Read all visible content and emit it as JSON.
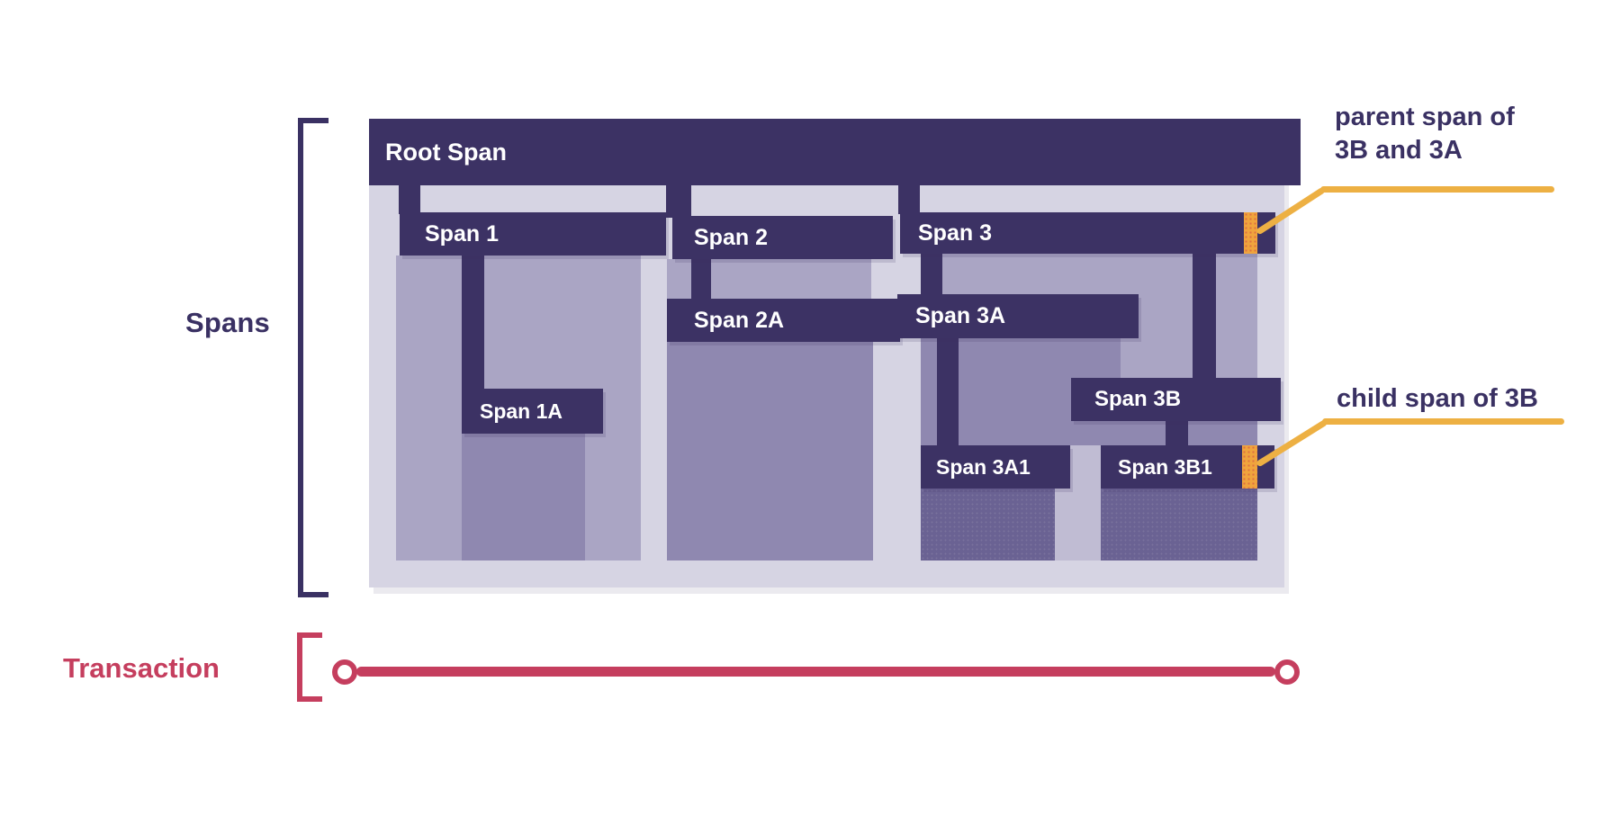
{
  "side_labels": {
    "spans": "Spans",
    "transaction": "Transaction"
  },
  "bars": {
    "root": {
      "label": "Root Span"
    },
    "s1": {
      "label": "Span 1"
    },
    "s1a": {
      "label": "Span 1A"
    },
    "s2": {
      "label": "Span 2"
    },
    "s2a": {
      "label": "Span 2A"
    },
    "s3": {
      "label": "Span 3"
    },
    "s3a": {
      "label": "Span 3A"
    },
    "s3a1": {
      "label": "Span 3A1"
    },
    "s3b": {
      "label": "Span 3B"
    },
    "s3b1": {
      "label": "Span 3B1"
    }
  },
  "annotations": {
    "parent": {
      "line1": "parent span of",
      "line2": "3B and 3A"
    },
    "child": {
      "text": "child span of 3B"
    }
  },
  "palette": {
    "bar_dark_purple": "#3c3264",
    "container_lavender": "#d6d4e3",
    "track_light": "#aaa5c4",
    "track_mid": "#8f88b0",
    "track_dark": "#6a6293",
    "highlight_orange": "#f0a43d",
    "leader_yellow": "#edb043",
    "transaction_red": "#c53e5e",
    "text_ink": "#3a3163"
  }
}
